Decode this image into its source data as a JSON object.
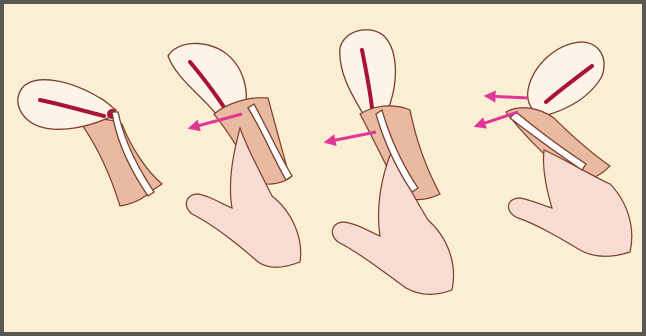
{
  "figure": {
    "frame_color": "#5a5654",
    "background_color": "#faefd3",
    "outline_color": "#7a3f2c",
    "tissue_color": "#e9b9a0",
    "hand_color": "#f6dcd2",
    "cavity_color": "#a7133a",
    "arrow_color": "#e0359a",
    "panels": [
      {
        "step": 1,
        "hand_visible": false,
        "arrows": 0
      },
      {
        "step": 2,
        "hand_visible": true,
        "arrows": 1
      },
      {
        "step": 3,
        "hand_visible": true,
        "arrows": 1
      },
      {
        "step": 4,
        "hand_visible": true,
        "arrows": 2
      }
    ]
  }
}
